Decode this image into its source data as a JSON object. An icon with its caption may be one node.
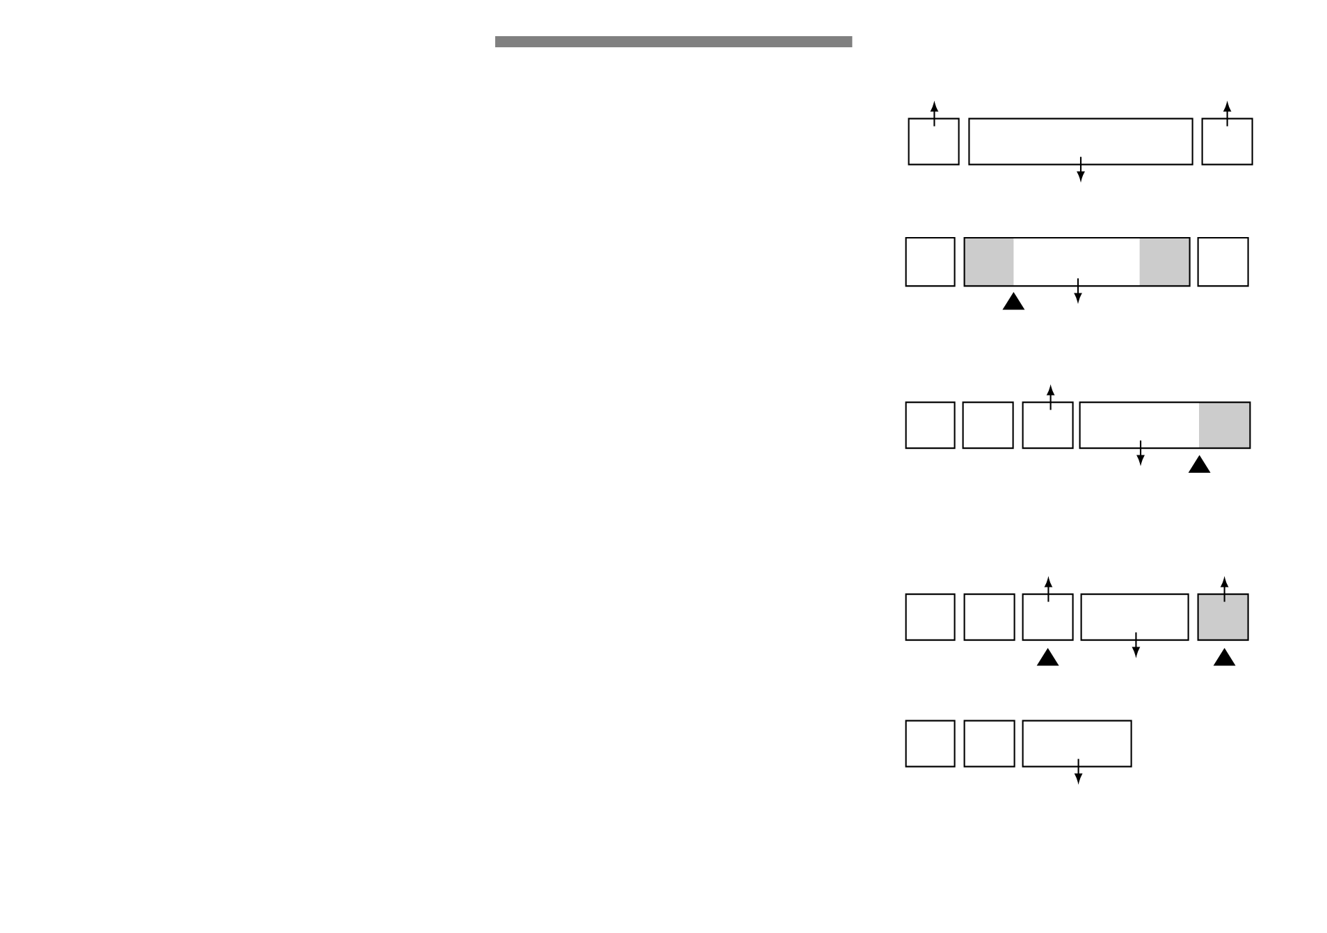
{
  "diagram": {
    "nodes": [
      {
        "text": [],
        "shape": "box"
      },
      {
        "text": [],
        "shape": "box"
      },
      {
        "text": [],
        "shape": "box"
      },
      {
        "text": [],
        "shape": "box"
      },
      {
        "text": [],
        "shape": "box"
      },
      {
        "text": [],
        "shape": "box"
      },
      {
        "text": [],
        "shape": "box"
      },
      {
        "text": [],
        "shape": "box"
      },
      {
        "text": [],
        "shape": "box"
      },
      {
        "text": [],
        "shape": "box"
      },
      {
        "text": [],
        "shape": "box"
      },
      {
        "text": [],
        "shape": "box"
      },
      {
        "text": [],
        "shape": "box"
      },
      {
        "text": [],
        "shape": "box"
      },
      {
        "text": [],
        "shape": "box"
      },
      {
        "text": [],
        "shape": "box"
      },
      {
        "text": [],
        "shape": "box"
      },
      {
        "text": [],
        "shape": "box"
      }
    ],
    "edges": [
      {
        "from": 0,
        "to": null,
        "arrow": "to"
      },
      {
        "from": 1,
        "to": null,
        "arrow": "to"
      },
      {
        "from": 2,
        "to": null,
        "arrow": "to"
      },
      {
        "from": 4,
        "to": null,
        "arrow": "to"
      },
      {
        "from": 8,
        "to": null,
        "arrow": "to"
      },
      {
        "from": 9,
        "to": null,
        "arrow": "to"
      },
      {
        "from": 12,
        "to": null,
        "arrow": "to"
      },
      {
        "from": 13,
        "to": null,
        "arrow": "to"
      },
      {
        "from": 14,
        "to": null,
        "arrow": "to"
      },
      {
        "from": 17,
        "to": null,
        "arrow": "to"
      }
    ]
  }
}
